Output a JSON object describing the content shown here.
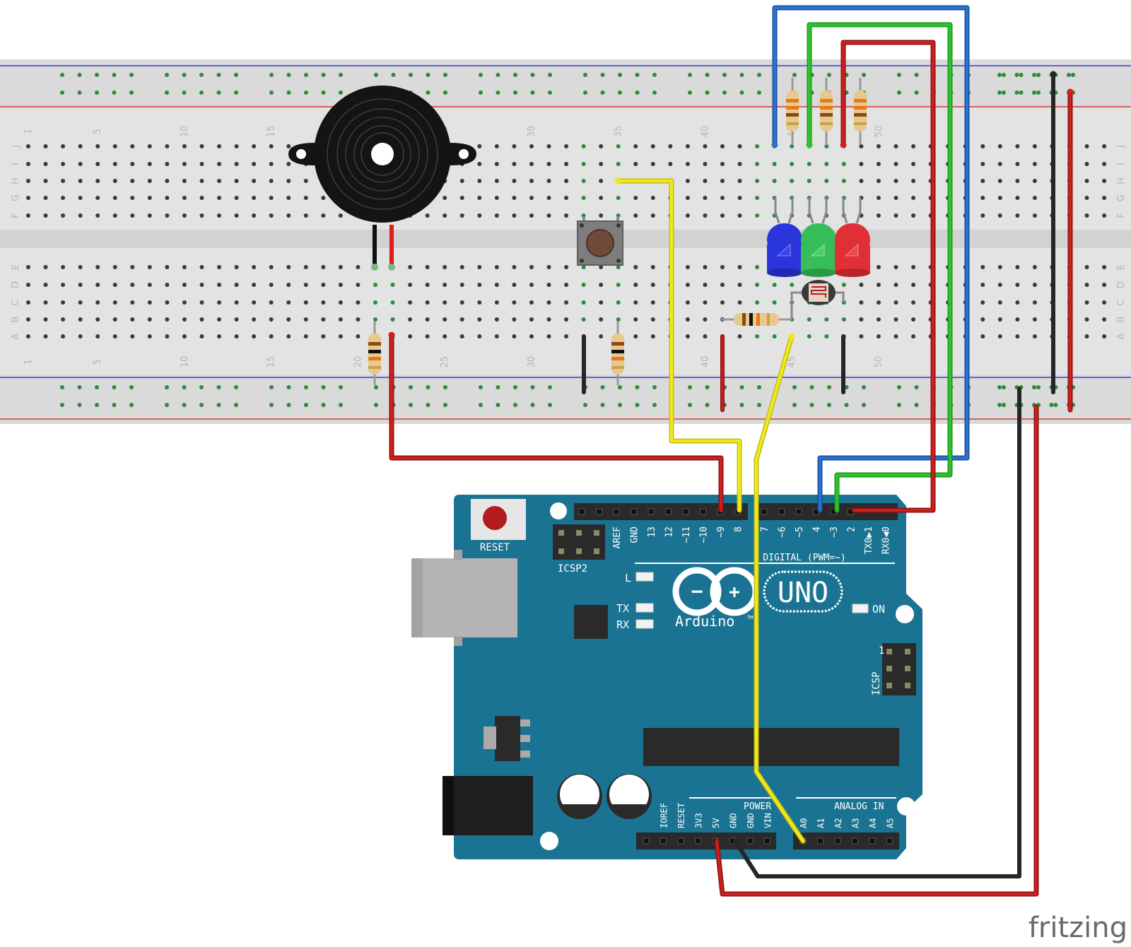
{
  "breadboard": {
    "column_numbers": [
      "1",
      "5",
      "10",
      "15",
      "20",
      "25",
      "30",
      "35",
      "40",
      "45",
      "50"
    ],
    "top_row_letters": [
      "J",
      "I",
      "H",
      "G",
      "F"
    ],
    "bottom_row_letters": [
      "E",
      "D",
      "C",
      "B",
      "A"
    ]
  },
  "arduino": {
    "reset_label": "RESET",
    "icsp2_label": "ICSP2",
    "icsp_label": "ICSP",
    "icsp_pin1": "1",
    "digital_header_label": "DIGITAL (PWM=~)",
    "digital_pins": [
      "AREF",
      "GND",
      "13",
      "12",
      "~11",
      "~10",
      "~9",
      "8",
      "7",
      "~6",
      "~5",
      "4",
      "~3",
      "2",
      "TX0▶1",
      "RX0◀0"
    ],
    "led_l_label": "L",
    "led_tx_label": "TX",
    "led_rx_label": "RX",
    "led_on_label": "ON",
    "logo_symbols": [
      "−",
      "+"
    ],
    "brand_text": "Arduino",
    "tm": "TM",
    "model_text": "UNO",
    "power_header_label": "POWER",
    "power_pins": [
      "IOREF",
      "RESET",
      "3V3",
      "5V",
      "GND",
      "GND",
      "VIN"
    ],
    "analog_header_label": "ANALOG IN",
    "analog_pins": [
      "A0",
      "A1",
      "A2",
      "A3",
      "A4",
      "A5"
    ]
  },
  "watermark": "fritzing",
  "colors": {
    "board": "#1b7393",
    "breadboard": "#e4e4e4",
    "wire_red": "#cc1f1f",
    "wire_black": "#262626",
    "wire_yellow": "#f0e81e",
    "wire_green": "#2ec22e",
    "wire_blue": "#2b72c8",
    "led_blue": "#2a35dc",
    "led_green": "#38be58",
    "led_red": "#e02f35"
  }
}
